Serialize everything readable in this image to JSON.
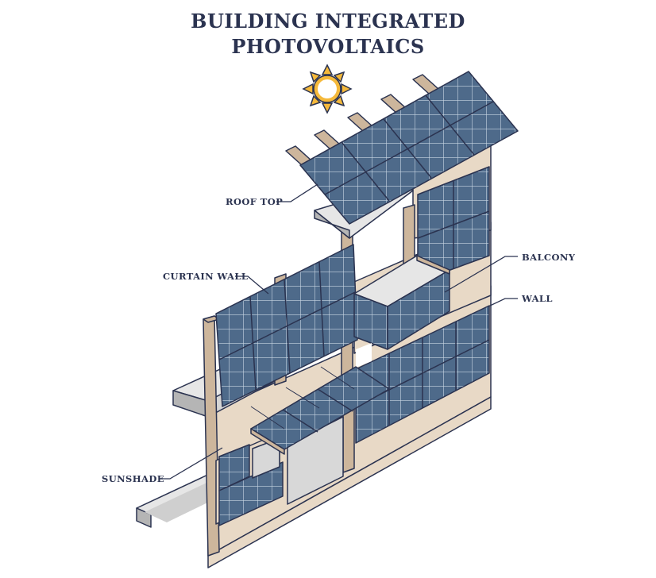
{
  "title": {
    "line1": "BUILDING INTEGRATED",
    "line2": "PHOTOVOLTAICS"
  },
  "labels": {
    "roof_top": "ROOF TOP",
    "curtain_wall": "CURTAIN WALL",
    "balcony": "BALCONY",
    "wall": "WALL",
    "sunshade": "SUNSHADE"
  },
  "colors": {
    "panel": "#4e6a8a",
    "panel_grid": "#c9d6e4",
    "wall_beige": "#e8d9c6",
    "wood": "#cdb69c",
    "slab": "#e6e6e6",
    "shadow": "#b5b5b5",
    "outline": "#2b3350",
    "sun": "#f5b93b"
  },
  "icons": [
    "sun-icon"
  ]
}
